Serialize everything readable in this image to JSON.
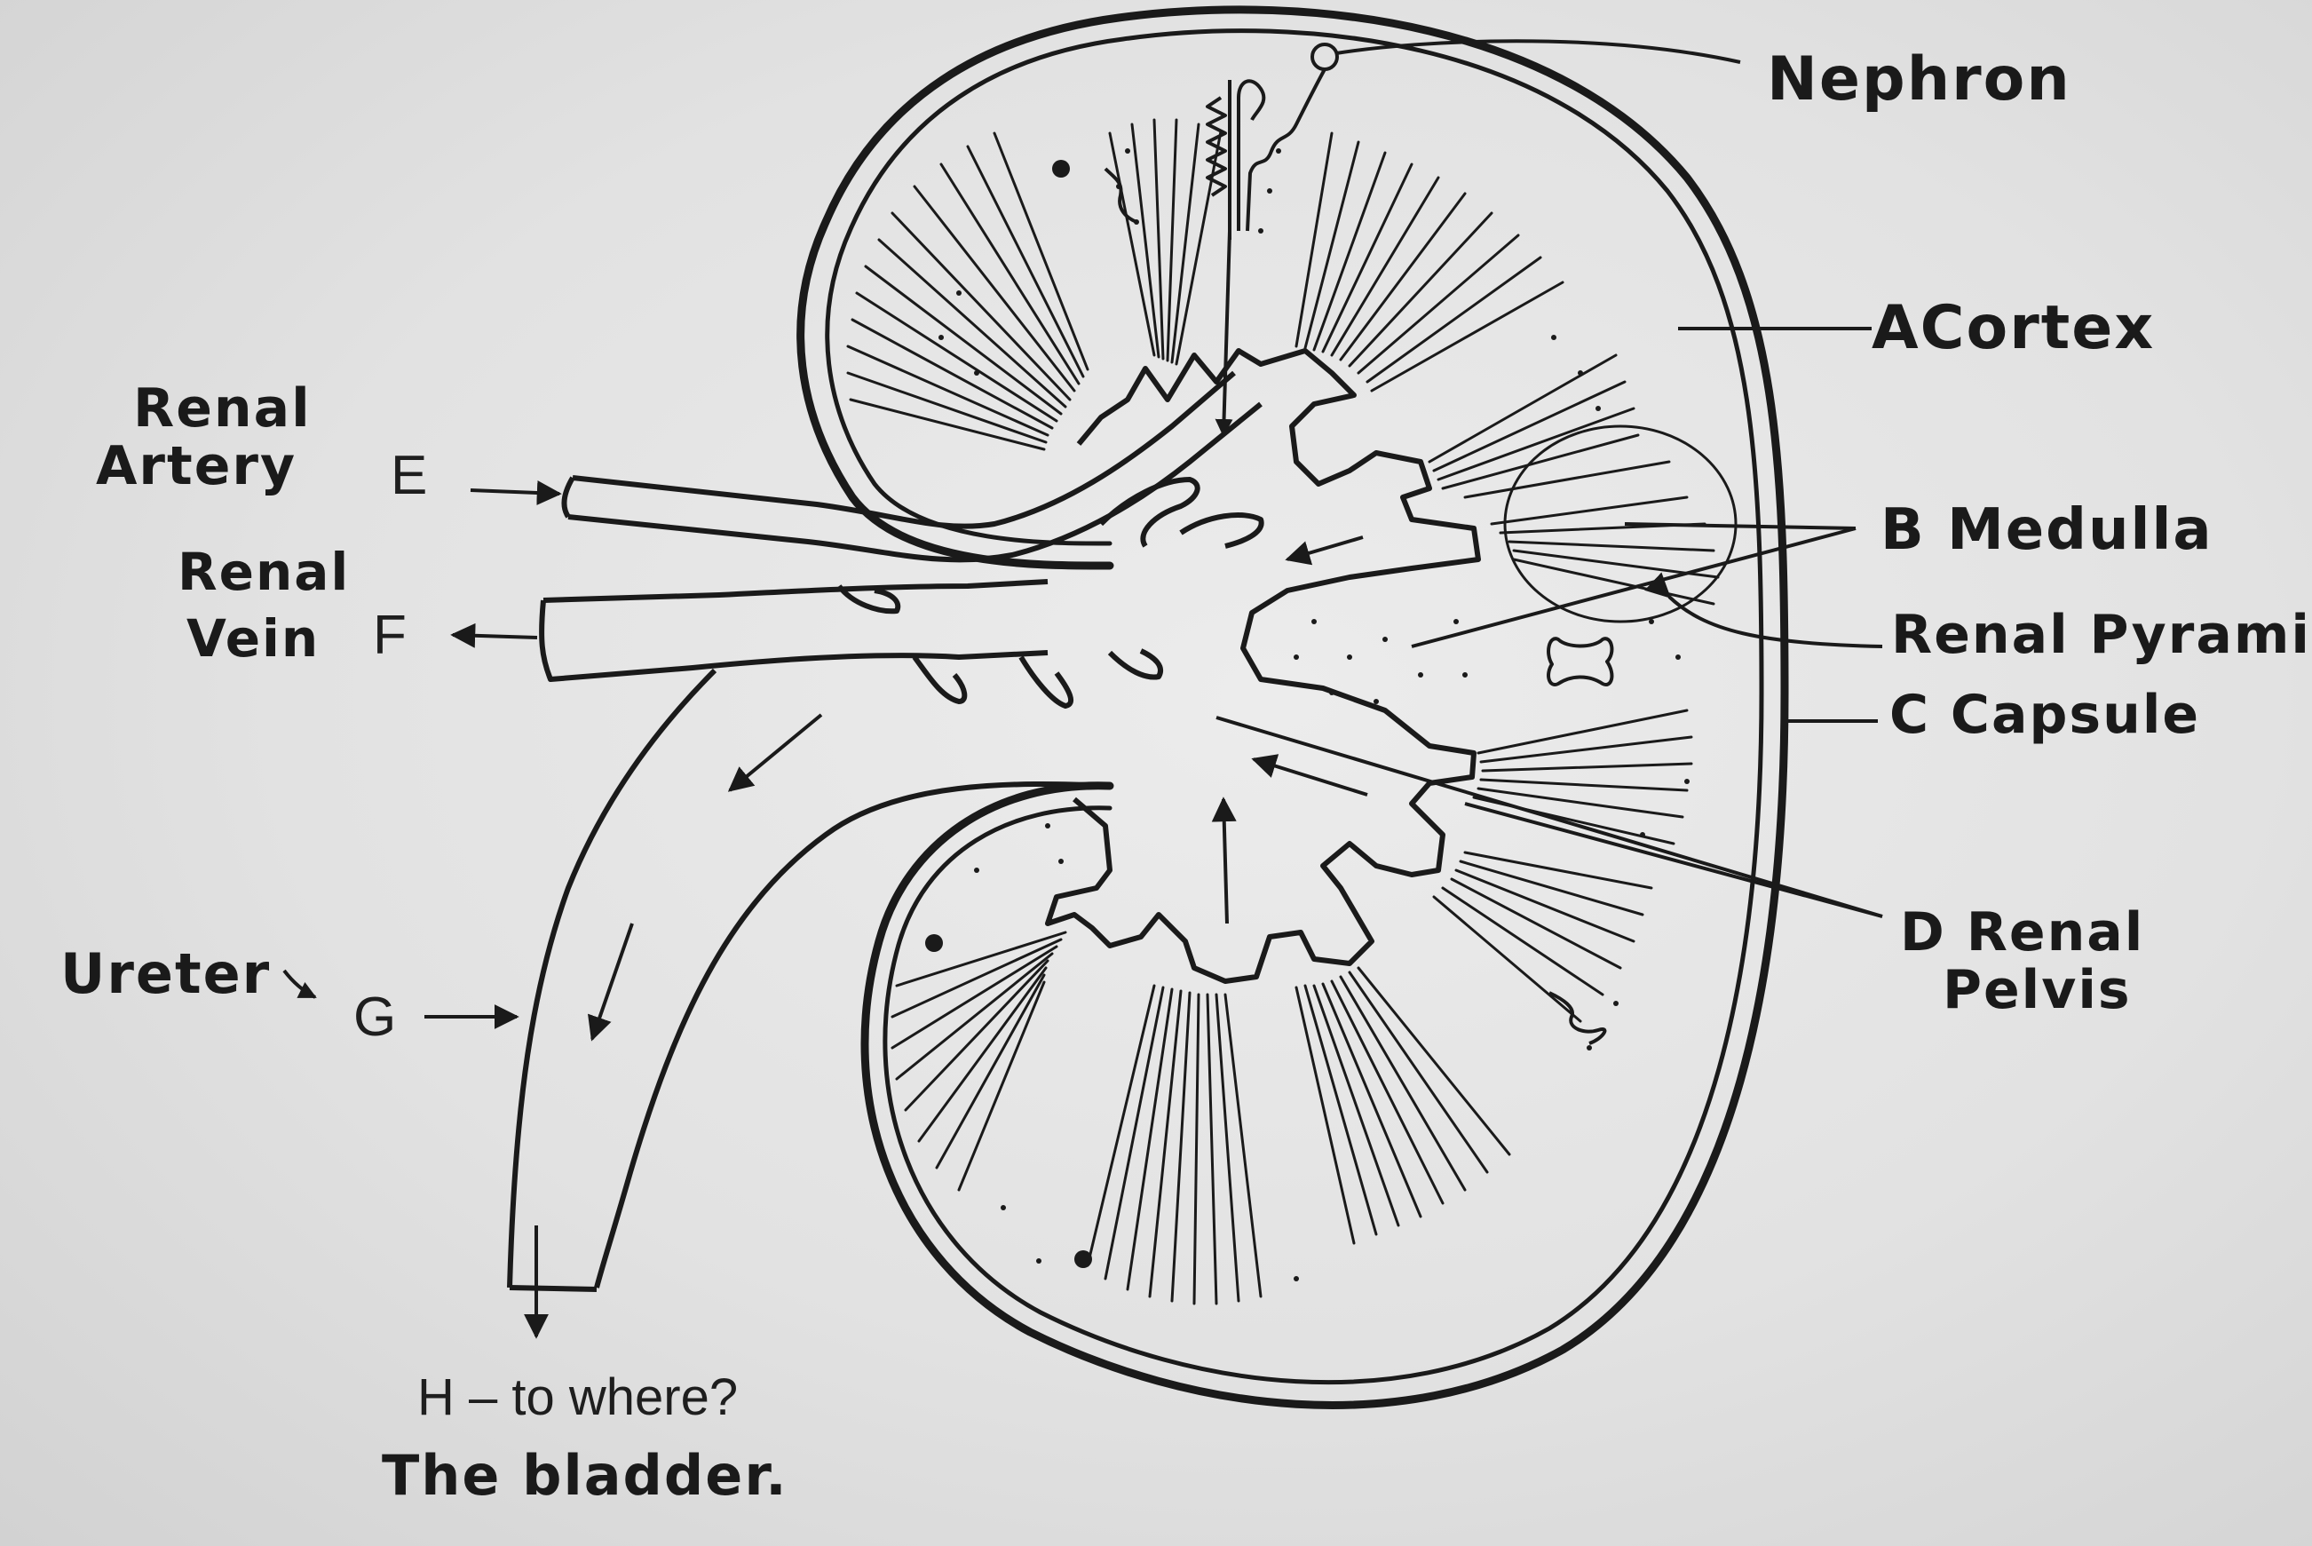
{
  "labels": {
    "nephron": "Nephron",
    "cortex": "ACortex",
    "medulla": "B Medulla",
    "renal_pyramid": "Renal Pyramid",
    "capsule": "C Capsule",
    "renal_pelvis_line1": "D Renal",
    "renal_pelvis_line2": "Pelvis",
    "renal_artery_line1": "Renal",
    "renal_artery_line2": "Artery",
    "renal_vein_line1": "Renal",
    "renal_vein_line2": "Vein",
    "ureter": "Ureter",
    "letter_e": "E",
    "letter_f": "F",
    "letter_g": "G",
    "question_h": "H – to where?",
    "answer_h": "The bladder."
  },
  "colors": {
    "ink": "#1a1a1a",
    "paper": "#e6e6e6"
  }
}
